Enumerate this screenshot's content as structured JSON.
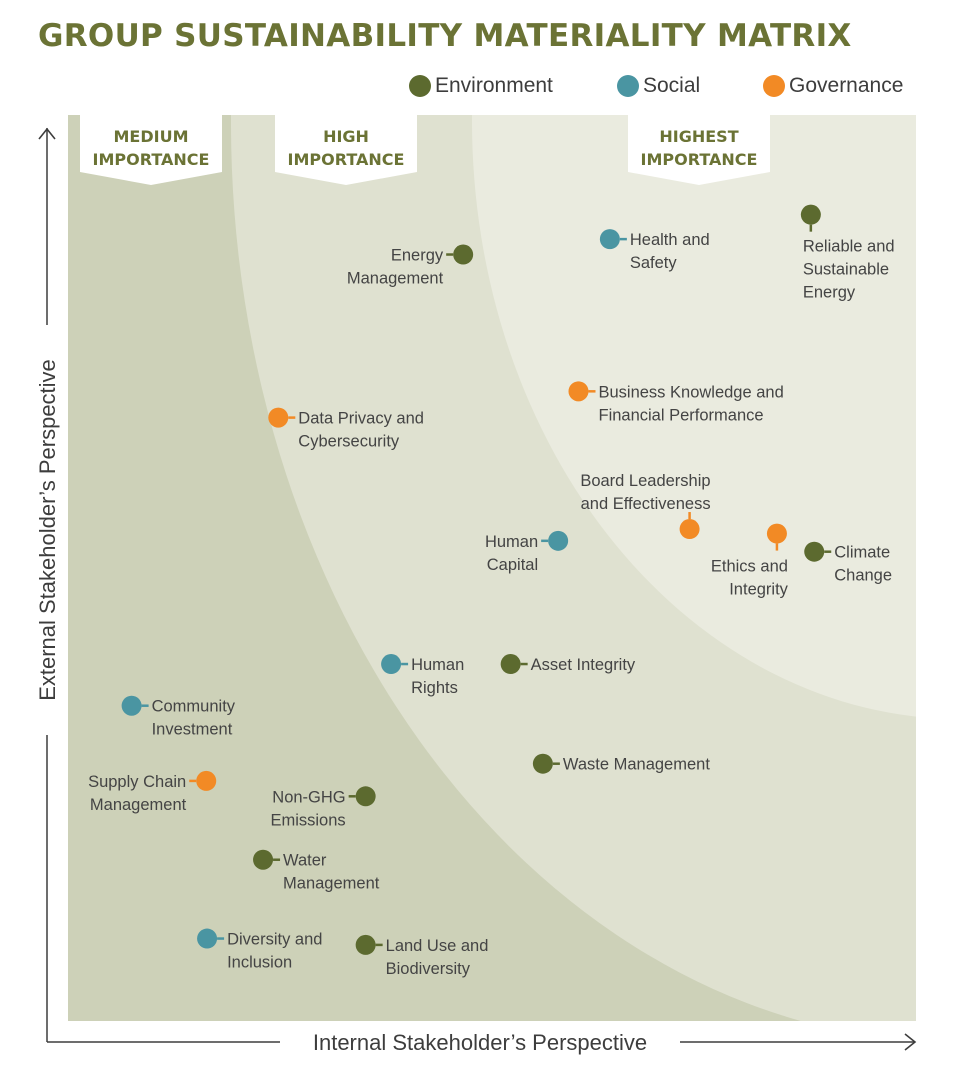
{
  "title": "GROUP SUSTAINABILITY MATERIALITY MATRIX",
  "colors": {
    "title": "#6b7335",
    "environment": "#5c6a2f",
    "social": "#4a95a2",
    "governance": "#f28a25",
    "zone_medium": "#cdd1b8",
    "zone_high": "#dfe1d0",
    "zone_highest": "#eaebdf",
    "band_text": "#6b7335",
    "axis": "#3d3d3d"
  },
  "legend": [
    {
      "key": "environment",
      "label": "Environment"
    },
    {
      "key": "social",
      "label": "Social"
    },
    {
      "key": "governance",
      "label": "Governance"
    }
  ],
  "chart_data": {
    "type": "scatter",
    "xlabel": "Internal Stakeholder’s Perspective",
    "ylabel": "External Stakeholder’s Perspective",
    "xlim": [
      0,
      100
    ],
    "ylim": [
      0,
      100
    ],
    "zones": [
      {
        "name": "medium",
        "lines": [
          "MEDIUM",
          "IMPORTANCE"
        ]
      },
      {
        "name": "high",
        "lines": [
          "HIGH",
          "IMPORTANCE"
        ]
      },
      {
        "name": "highest",
        "lines": [
          "HIGHEST",
          "IMPORTANCE"
        ]
      }
    ],
    "series": [
      {
        "name": "Environment",
        "key": "environment",
        "points": [
          {
            "x": 87.6,
            "y": 89.0,
            "lines": [
              "Reliable and",
              "Sustainable",
              "Energy"
            ],
            "pos": "below"
          },
          {
            "x": 46.6,
            "y": 84.6,
            "lines": [
              "Energy",
              "Management"
            ],
            "pos": "left"
          },
          {
            "x": 88.0,
            "y": 51.8,
            "lines": [
              "Climate",
              "Change"
            ],
            "pos": "right"
          },
          {
            "x": 52.2,
            "y": 39.4,
            "lines": [
              "Asset Integrity"
            ],
            "pos": "right"
          },
          {
            "x": 56.0,
            "y": 28.4,
            "lines": [
              "Waste Management"
            ],
            "pos": "right"
          },
          {
            "x": 35.1,
            "y": 24.8,
            "lines": [
              "Non-GHG",
              "Emissions"
            ],
            "pos": "left"
          },
          {
            "x": 23.0,
            "y": 17.8,
            "lines": [
              "Water",
              "Management"
            ],
            "pos": "right"
          },
          {
            "x": 35.1,
            "y": 8.4,
            "lines": [
              "Land Use and",
              "Biodiversity"
            ],
            "pos": "right"
          }
        ]
      },
      {
        "name": "Social",
        "key": "social",
        "points": [
          {
            "x": 63.9,
            "y": 86.3,
            "lines": [
              "Health and",
              "Safety"
            ],
            "pos": "right"
          },
          {
            "x": 57.8,
            "y": 53.0,
            "lines": [
              "Human",
              "Capital"
            ],
            "pos": "left"
          },
          {
            "x": 38.1,
            "y": 39.4,
            "lines": [
              "Human",
              "Rights"
            ],
            "pos": "right"
          },
          {
            "x": 7.5,
            "y": 34.8,
            "lines": [
              "Community",
              "Investment"
            ],
            "pos": "right"
          },
          {
            "x": 16.4,
            "y": 9.1,
            "lines": [
              "Diversity and",
              "Inclusion"
            ],
            "pos": "right"
          }
        ]
      },
      {
        "name": "Governance",
        "key": "governance",
        "points": [
          {
            "x": 60.2,
            "y": 69.5,
            "lines": [
              "Business Knowledge and",
              "Financial Performance"
            ],
            "pos": "right"
          },
          {
            "x": 24.8,
            "y": 66.6,
            "lines": [
              "Data Privacy and",
              "Cybersecurity"
            ],
            "pos": "right"
          },
          {
            "x": 73.3,
            "y": 54.3,
            "lines": [
              "Board Leadership",
              "and Effectiveness"
            ],
            "pos": "above"
          },
          {
            "x": 83.6,
            "y": 53.8,
            "lines": [
              "Ethics and",
              "Integrity"
            ],
            "pos": "belowleft"
          },
          {
            "x": 16.3,
            "y": 26.5,
            "lines": [
              "Supply Chain",
              "Management"
            ],
            "pos": "left"
          }
        ]
      }
    ]
  }
}
